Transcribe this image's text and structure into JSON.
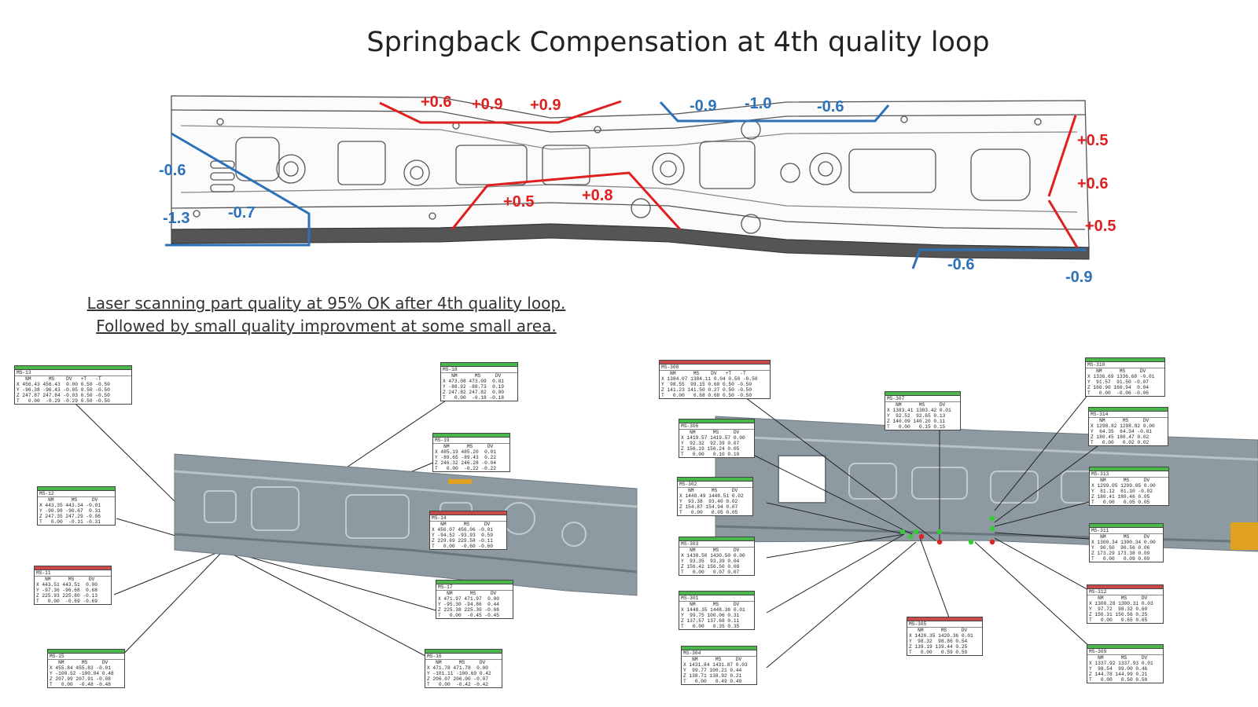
{
  "title": "Springback Compensation at 4th quality loop",
  "caption": {
    "line1": "Laser scanning part quality at 95% OK after 4th quality loop.",
    "line2": "Followed by small quality improvment at some small area."
  },
  "colors": {
    "positive": "#e02020",
    "negative": "#2b72b8",
    "part_gray": "#8e9aa2",
    "ok_point": "#33cc33",
    "ng_point": "#dd2222"
  },
  "deviations": {
    "positive": [
      "+0.6",
      "+0.9",
      "+0.9",
      "+0.5",
      "+0.8",
      "+0.5",
      "+0.6",
      "+0.5"
    ],
    "negative": [
      "-0.9",
      "-1.0",
      "-0.6",
      "-0.6",
      "-1.3",
      "-0.7",
      "-0.6",
      "-0.9"
    ]
  },
  "boxes_left": [
    {
      "id": "MS-13",
      "status": "green",
      "rows": [
        "   NM      MS    DV   +T   -T",
        "X 456.43 456.43  0.00 0.50 -0.50",
        "Y -96.38 -96.43 -0.05 0.50 -0.50",
        "Z 247.87 247.84 -0.03 0.50 -0.50",
        "T   0.00  -0.29 -0.29 0.50 -0.50"
      ]
    },
    {
      "id": "MS-18",
      "status": "green",
      "rows": [
        "   NM      MS     DV",
        "X 473.08 473.09  0.01",
        "Y -88.92 -88.73  0.19",
        "Z 247.82 247.82  0.00",
        "T   0.00  -0.18 -0.18"
      ]
    },
    {
      "id": "MS-19",
      "status": "green",
      "rows": [
        "   NM      MS     DV",
        "X 485.19 485.20  0.01",
        "Y -89.65 -89.43  0.22",
        "Z 246.32 246.28 -0.04",
        "T   0.00  -0.22 -0.22"
      ]
    },
    {
      "id": "MS-12",
      "status": "green",
      "rows": [
        "   NM      MS     DV",
        "X 443.35 443.34 -0.01",
        "Y -90.98 -90.67  0.31",
        "Z 247.35 247.29 -0.06",
        "T   0.00  -0.31 -0.31"
      ]
    },
    {
      "id": "MS-14",
      "status": "red",
      "rows": [
        "   NM      MS     DV",
        "X 456.07 456.06 -0.01",
        "Y -94.52 -93.93  0.59",
        "Z 229.69 229.58 -0.11",
        "T   0.00  -0.60 -0.60"
      ]
    },
    {
      "id": "MS-11",
      "status": "red",
      "rows": [
        "   NM      MS     DV",
        "X 443.51 443.51  0.00",
        "Y -97.36 -96.68  0.68",
        "Z 225.93 225.80 -0.13",
        "T   0.00  -0.69 -0.69"
      ]
    },
    {
      "id": "MS-17",
      "status": "green",
      "rows": [
        "   NM      MS     DV",
        "X 471.97 471.97  0.00",
        "Y -95.30 -94.86  0.44",
        "Z 225.38 225.30 -0.08",
        "T   0.00  -0.45 -0.45"
      ]
    },
    {
      "id": "MS-15",
      "status": "green",
      "rows": [
        "   NM      MS     DV",
        "X 455.84 455.83 -0.01",
        "Y -100.52 -100.04 0.48",
        "Z 207.99 207.91 -0.08",
        "T   0.00  -0.48 -0.48"
      ]
    },
    {
      "id": "MS-16",
      "status": "green",
      "rows": [
        "   NM      MS     DV",
        "X 471.78 471.78  0.00",
        "Y -101.11 -100.69 0.42",
        "Z 206.07 206.00 -0.07",
        "T   0.00  -0.42 -0.42"
      ]
    }
  ],
  "boxes_right": [
    {
      "id": "MS-308",
      "status": "red",
      "rows": [
        "   NM      MS    DV   +T   -T",
        "X 1384.07 1384.11 0.04 0.50 -0.50",
        "Y  98.55  99.15 0.60 0.50 -0.50",
        "Z 141.23 141.50 0.27 0.50 -0.50",
        "T   0.00   0.68 0.68 0.50 -0.50"
      ]
    },
    {
      "id": "MS-307",
      "status": "green",
      "rows": [
        "   NM      MS     DV",
        "X 1383.41 1383.42 0.01",
        "Y  92.52  92.65 0.13",
        "Z 140.09 140.20 0.11",
        "T   0.00   0.15 0.15"
      ]
    },
    {
      "id": "MS-310",
      "status": "green",
      "rows": [
        "   NM      MS     DV",
        "X 1336.69 1336.68 -0.01",
        "Y  91.57  91.50 -0.07",
        "Z 160.90 160.94  0.04",
        "T   0.00  -0.06 -0.06"
      ]
    },
    {
      "id": "MS-306",
      "status": "green",
      "rows": [
        "   NM      MS     DV",
        "X 1419.57 1419.57 0.00",
        "Y  92.32  92.39 0.07",
        "Z 156.19 156.24 0.05",
        "T   0.00   0.10 0.10"
      ]
    },
    {
      "id": "MS-314",
      "status": "green",
      "rows": [
        "   NM      MS     DV",
        "X 1298.82 1298.82 0.00",
        "Y  64.35  64.34 -0.01",
        "Z 180.45 180.47 0.02",
        "T   0.00   0.02 0.02"
      ]
    },
    {
      "id": "MS-302",
      "status": "green",
      "rows": [
        "   NM      MS     DV",
        "X 1448.49 1448.51 0.02",
        "Y  93.38  93.40 0.02",
        "Z 154.87 154.94 0.07",
        "T   0.00   0.05 0.05"
      ]
    },
    {
      "id": "MS-313",
      "status": "green",
      "rows": [
        "   NM      MS     DV",
        "X 1299.05 1299.05 0.00",
        "Y  81.12  81.10 -0.02",
        "Z 180.41 180.46 0.05",
        "T   0.00   0.05 0.05"
      ]
    },
    {
      "id": "MS-303",
      "status": "green",
      "rows": [
        "   NM      MS     DV",
        "X 1430.50 1430.50 0.00",
        "Y  93.35  93.39 0.04",
        "Z 156.42 156.50 0.08",
        "T   0.00   0.07 0.07"
      ]
    },
    {
      "id": "MS-311",
      "status": "green",
      "rows": [
        "   NM      MS     DV",
        "X 1300.34 1300.34 0.00",
        "Y  90.50  90.56 0.06",
        "Z 173.29 173.38 0.09",
        "T   0.00   0.09 0.09"
      ]
    },
    {
      "id": "MS-301",
      "status": "green",
      "rows": [
        "   NM      MS     DV",
        "X 1448.35 1448.36 0.01",
        "Y  99.75 100.06 0.31",
        "Z 137.57 137.68 0.11",
        "T   0.00   0.35 0.35"
      ]
    },
    {
      "id": "MS-312",
      "status": "red",
      "rows": [
        "   NM      MS     DV",
        "X 1300.28 1300.31 0.03",
        "Y  97.72  98.32 0.60",
        "Z 150.31 150.56 0.25",
        "T   0.00   0.65 0.65"
      ]
    },
    {
      "id": "MS-305",
      "status": "red",
      "rows": [
        "   NM      MS     DV",
        "X 1420.35 1420.36 0.01",
        "Y  98.32  98.86 0.54",
        "Z 139.19 139.44 0.25",
        "T   0.00   0.59 0.59"
      ]
    },
    {
      "id": "MS-304",
      "status": "green",
      "rows": [
        "   NM      MS     DV",
        "X 1431.84 1431.87 0.03",
        "Y  99.77 100.21 0.44",
        "Z 138.71 138.92 0.21",
        "T   0.00   0.49 0.49"
      ]
    },
    {
      "id": "MS-309",
      "status": "green",
      "rows": [
        "   NM      MS     DV",
        "X 1337.92 1337.93 0.01",
        "Y  98.54  99.00 0.46",
        "Z 144.78 144.99 0.21",
        "T   0.00   0.50 0.50"
      ]
    }
  ]
}
